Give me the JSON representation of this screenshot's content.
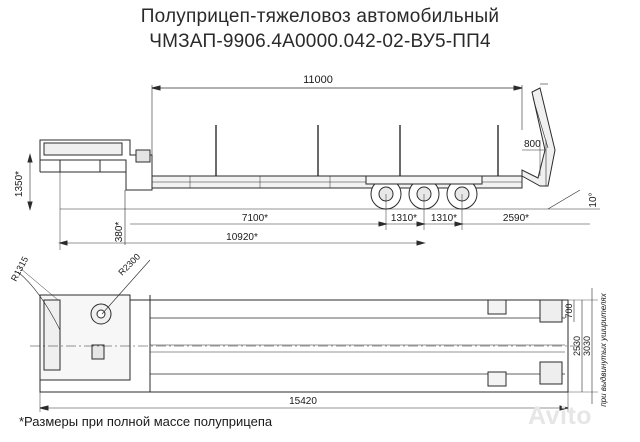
{
  "title": {
    "line1": "Полуприцеп-тяжеловоз автомобильный",
    "line2": "ЧМЗАП-9906.4А0000.042-02-ВУ5-ПП4"
  },
  "dimensions": {
    "top_length": "11000",
    "ramp_height": "800",
    "side_height": "1350*",
    "ground_clearance": "380*",
    "wheelbase_first": "7100*",
    "axle_spacing_1": "1310*",
    "axle_spacing_2": "1310*",
    "rear_overhang": "2590*",
    "to_axle_center": "10920*",
    "ramp_angle": "10°",
    "radius_front": "R1315",
    "radius_turn": "R2300",
    "width_inner": "700",
    "width_platform": "2530",
    "width_total": "3030",
    "total_length": "15420",
    "widener_note": "при выдвинутых уширителях"
  },
  "footnote": "*Размеры при полной массе полуприцепа",
  "watermark": "Avito"
}
